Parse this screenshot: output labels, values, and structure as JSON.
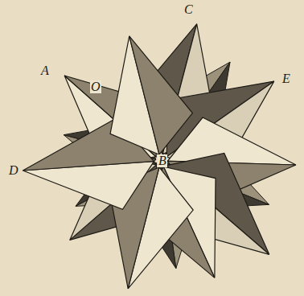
{
  "diagram": {
    "labels": [
      "C",
      "A",
      "O",
      "E",
      "D",
      "B"
    ]
  }
}
